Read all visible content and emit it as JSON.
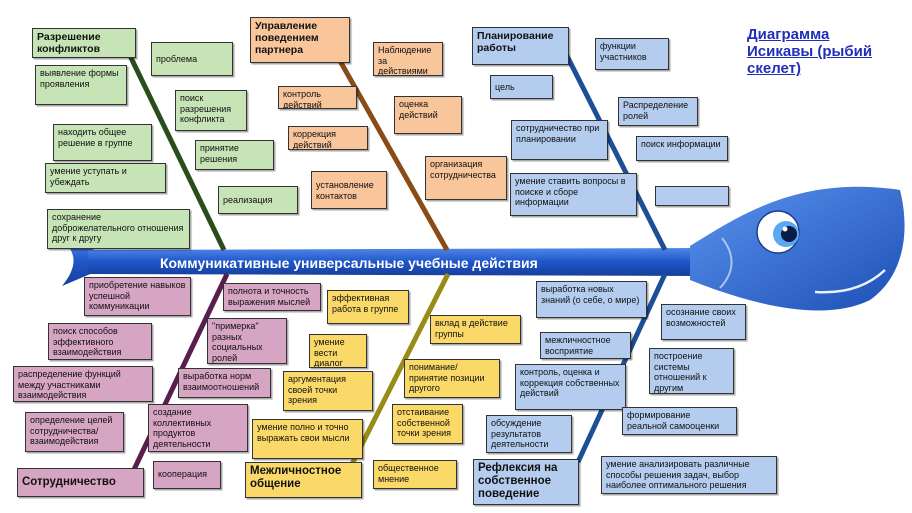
{
  "title": "Диаграмма Исикавы (рыбий скелет)",
  "spine": "Коммуникативные универсальные учебные действия",
  "groups": {
    "green": {
      "head": "Разрешение конфликтов",
      "items": [
        "проблема",
        "выявление формы проявления",
        "поиск разрешения конфликта",
        "находить общее решение в группе",
        "принятие решения",
        "умение уступать и убеждать",
        "реализация",
        "сохранение доброжелательного отношения друг к другу"
      ]
    },
    "orange": {
      "head": "Управление поведением партнера",
      "items": [
        "Наблюдение за действиями",
        "контроль действий",
        "оценка действий",
        "коррекция действий",
        "организация сотрудничества",
        "установление контактов"
      ]
    },
    "blue_top": {
      "head": "Планирование работы",
      "items": [
        "функции участников",
        "цель",
        "Распределение ролей",
        "сотрудничество при планировании",
        "поиск информации",
        "умение ставить вопросы в поиске и сборе информации",
        ""
      ]
    },
    "yellow": {
      "head": "Межличностное общение",
      "items": [
        "эффективная работа в группе",
        "вклад в действие группы",
        "умение вести диалог",
        "понимание/ принятие позиции другого",
        "аргументация своей точки зрения",
        "отстаивание собственной точки зрения",
        "умение полно и точно выражать свои мысли",
        "общественное мнение"
      ]
    },
    "pink": {
      "head": "Сотрудничество",
      "items": [
        "приобретение навыков успешной коммуникации",
        "полнота и точность выражения мыслей",
        "поиск способов эффективного взаимодействия",
        "\"примерка\" разных социальных ролей",
        "распределение функций между участниками взаимодействия",
        "выработка норм взаимоотношений",
        "определение целей сотрудничества/ взаимодействия",
        "создание коллективных продуктов деятельности",
        "кооперация"
      ]
    },
    "blue_bottom": {
      "head": "Рефлексия на собственное поведение",
      "items": [
        "выработка новых знаний (о себе, о мире)",
        "осознание своих возможностей",
        "межличностное восприятие",
        "построение системы отношений к другим",
        "контроль, оценка и коррекция собственных действий",
        "формирование реальной самооценки",
        "обсуждение результатов деятельности",
        "умение анализировать различные способы решения задач, выбор наиболее оптимального решения"
      ]
    }
  },
  "colors": {
    "spine": "#1f56c8",
    "fish": "#2f6fd6",
    "green_bone": "#2b4d1d",
    "orange_bone": "#8a4c16",
    "blue_bone": "#1c4f95",
    "yellow_bone": "#9a8a17",
    "pink_bone": "#5a1e4c"
  }
}
